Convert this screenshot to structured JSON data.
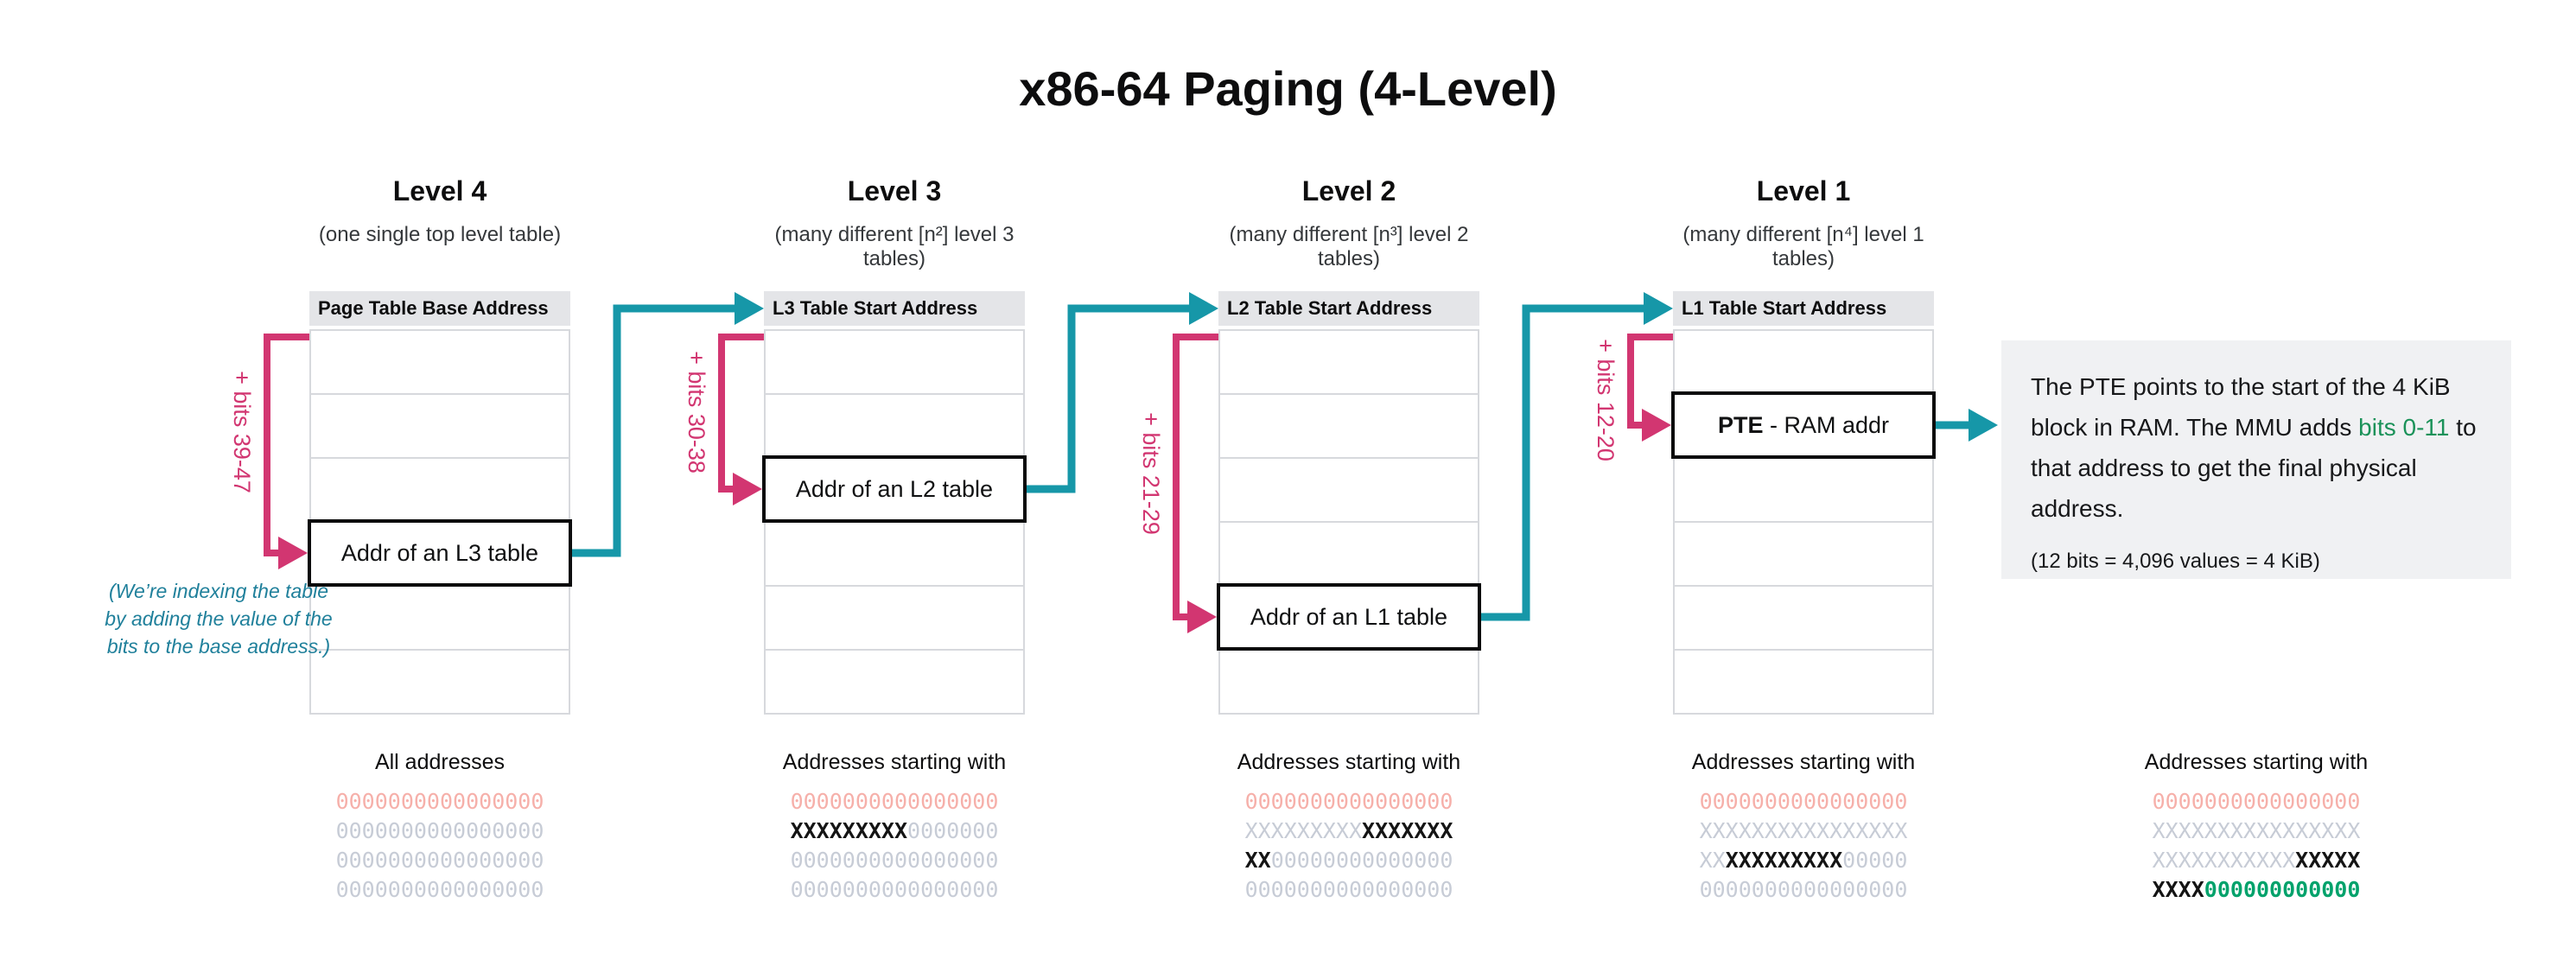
{
  "title": "x86-64 Paging (4-Level)",
  "colors": {
    "pink": "#d23671",
    "teal": "#1697a8",
    "teal-note": "#20809b",
    "green-text": "#1b9259",
    "addr-pink": "#f6b0aa",
    "addr-gray": "#c7ccd6",
    "addr-black": "#141414",
    "addr-green": "#00a26b",
    "hdr-bg": "#e4e5e8",
    "cell-border": "#d7d9dd",
    "block-bg": "#f0f1f3",
    "text-dark": "#17181a"
  },
  "levels": [
    {
      "name": "Level 4",
      "subtitle": "(one single top level table)",
      "table_header": "Page Table Base Address",
      "bits_label": "+ bits 39-47",
      "entry": {
        "segments": [
          {
            "t": "Addr of an L3 table",
            "c": "plain"
          }
        ]
      }
    },
    {
      "name": "Level 3",
      "subtitle": "(many different [n²] level 3 tables)",
      "table_header": "L3 Table Start Address",
      "bits_label": "+ bits 30-38",
      "entry": {
        "segments": [
          {
            "t": "Addr of an L2 table",
            "c": "plain"
          }
        ]
      }
    },
    {
      "name": "Level 2",
      "subtitle": "(many different [n³] level 2 tables)",
      "table_header": "L2 Table Start Address",
      "bits_label": "+ bits 21-29",
      "entry": {
        "segments": [
          {
            "t": "Addr of an L1 table",
            "c": "plain"
          }
        ]
      }
    },
    {
      "name": "Level 1",
      "subtitle": "(many different [n⁴] level 1 tables)",
      "table_header": "L1 Table Start Address",
      "bits_label": "+ bits 12-20",
      "entry": {
        "segments": [
          {
            "t": "PTE",
            "c": "bold"
          },
          {
            "t": " - RAM addr",
            "c": "plain"
          }
        ]
      }
    }
  ],
  "note_left": {
    "lines": [
      "(We’re indexing the table",
      "by adding the value of the",
      "bits to the base address.)"
    ]
  },
  "pte_note": {
    "segments": [
      {
        "t": "The PTE points to the start of the 4 KiB block in RAM. The MMU adds ",
        "c": "dark"
      },
      {
        "t": "bits 0-11",
        "c": "green-text"
      },
      {
        "t": " to that address to get the final physical address.",
        "c": "dark"
      }
    ],
    "sub": "(12 bits = 4,096 values = 4 KiB)"
  },
  "address_columns": [
    {
      "heading": "All addresses",
      "rows": [
        [
          {
            "t": "0000000000000000",
            "c": "pink"
          }
        ],
        [
          {
            "t": "0000000000000000",
            "c": "gray"
          }
        ],
        [
          {
            "t": "0000000000000000",
            "c": "gray"
          }
        ],
        [
          {
            "t": "0000000000000000",
            "c": "gray"
          }
        ]
      ]
    },
    {
      "heading": "Addresses starting with",
      "rows": [
        [
          {
            "t": "0000000000000000",
            "c": "pink"
          }
        ],
        [
          {
            "t": "XXXXXXXXX",
            "c": "black"
          },
          {
            "t": "0000000",
            "c": "gray"
          }
        ],
        [
          {
            "t": "0000000000000000",
            "c": "gray"
          }
        ],
        [
          {
            "t": "0000000000000000",
            "c": "gray"
          }
        ]
      ]
    },
    {
      "heading": "Addresses starting with",
      "rows": [
        [
          {
            "t": "0000000000000000",
            "c": "pink"
          }
        ],
        [
          {
            "t": "XXXXXXXXX",
            "c": "gray"
          },
          {
            "t": "XXXXXXX",
            "c": "black"
          }
        ],
        [
          {
            "t": "XX",
            "c": "black"
          },
          {
            "t": "00000000000000",
            "c": "gray"
          }
        ],
        [
          {
            "t": "0000000000000000",
            "c": "gray"
          }
        ]
      ]
    },
    {
      "heading": "Addresses starting with",
      "rows": [
        [
          {
            "t": "0000000000000000",
            "c": "pink"
          }
        ],
        [
          {
            "t": "XXXXXXXXXXXXXXXX",
            "c": "gray"
          }
        ],
        [
          {
            "t": "XX",
            "c": "gray"
          },
          {
            "t": "XXXXXXXXX",
            "c": "black"
          },
          {
            "t": "00000",
            "c": "gray"
          }
        ],
        [
          {
            "t": "0000000000000000",
            "c": "gray"
          }
        ]
      ]
    },
    {
      "heading": "Addresses starting with",
      "rows": [
        [
          {
            "t": "0000000000000000",
            "c": "pink"
          }
        ],
        [
          {
            "t": "XXXXXXXXXXXXXXXX",
            "c": "gray"
          }
        ],
        [
          {
            "t": "XXXXXXXXXXX",
            "c": "gray"
          },
          {
            "t": "XXXXX",
            "c": "black"
          }
        ],
        [
          {
            "t": "XXXX",
            "c": "black"
          },
          {
            "t": "000000000000",
            "c": "green"
          }
        ]
      ]
    }
  ]
}
